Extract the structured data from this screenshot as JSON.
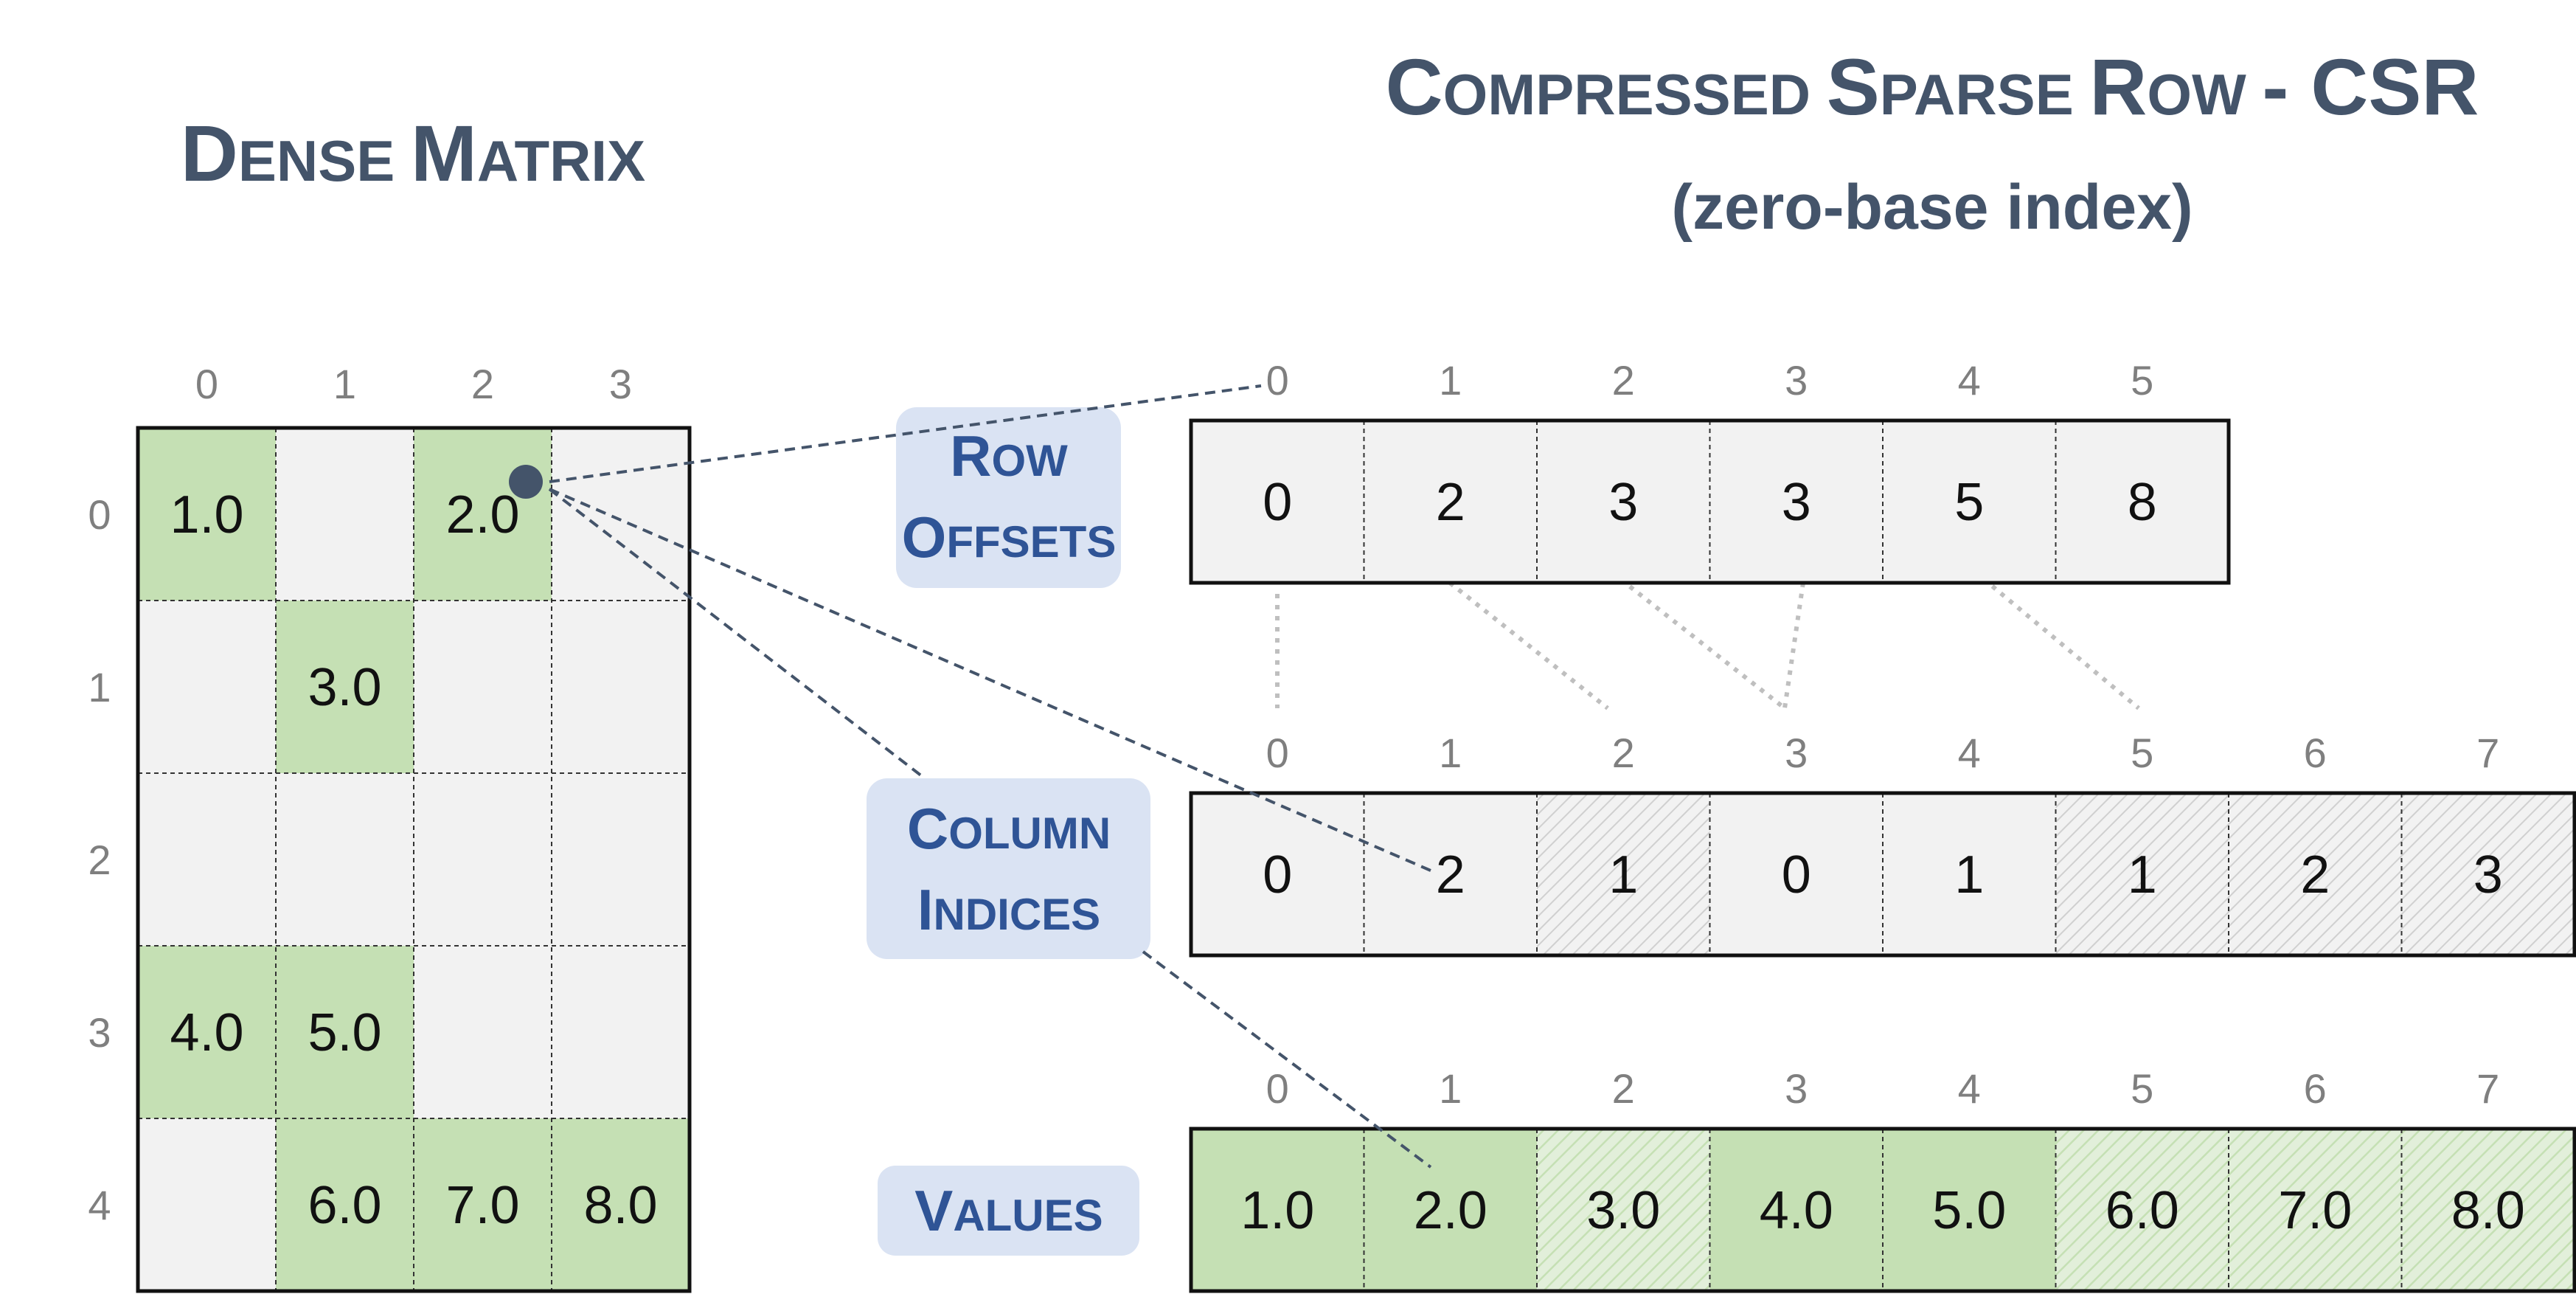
{
  "titles": {
    "dense": {
      "first": "D",
      "rest": "ENSE",
      "first2": "M",
      "rest2": "ATRIX"
    },
    "csr_line1": [
      {
        "cap": "C",
        "rest": "OMPRESSED"
      },
      {
        "cap": "S",
        "rest": "PARSE"
      },
      {
        "cap": "R",
        "rest": "OW"
      },
      {
        "cap": "- CSR",
        "rest": ""
      }
    ],
    "csr_line2": "(zero-base index)"
  },
  "labels": {
    "row_offsets": {
      "line1_cap": "R",
      "line1_rest": "OW",
      "line2_cap": "O",
      "line2_rest": "FFSETS"
    },
    "column_indices": {
      "line1_cap": "C",
      "line1_rest": "OLUMN",
      "line2_cap": "I",
      "line2_rest": "NDICES"
    },
    "values": {
      "cap": "V",
      "rest": "ALUES"
    }
  },
  "dense_matrix": {
    "col_headers": [
      "0",
      "1",
      "2",
      "3"
    ],
    "row_headers": [
      "0",
      "1",
      "2",
      "3",
      "4"
    ],
    "cells": [
      [
        "1.0",
        "",
        "2.0",
        ""
      ],
      [
        "",
        "3.0",
        "",
        ""
      ],
      [
        "",
        "",
        "",
        ""
      ],
      [
        "4.0",
        "5.0",
        "",
        ""
      ],
      [
        "",
        "6.0",
        "7.0",
        "8.0"
      ]
    ]
  },
  "csr": {
    "row_offsets": {
      "indices": [
        "0",
        "1",
        "2",
        "3",
        "4",
        "5"
      ],
      "values": [
        "0",
        "2",
        "3",
        "3",
        "5",
        "8"
      ]
    },
    "column_indices": {
      "indices": [
        "0",
        "1",
        "2",
        "3",
        "4",
        "5",
        "6",
        "7"
      ],
      "values": [
        "0",
        "2",
        "1",
        "0",
        "1",
        "1",
        "2",
        "3"
      ],
      "hatched": [
        false,
        false,
        true,
        false,
        false,
        true,
        true,
        true
      ]
    },
    "values": {
      "indices": [
        "0",
        "1",
        "2",
        "3",
        "4",
        "5",
        "6",
        "7"
      ],
      "values": [
        "1.0",
        "2.0",
        "3.0",
        "4.0",
        "5.0",
        "6.0",
        "7.0",
        "8.0"
      ],
      "hatched": [
        false,
        false,
        true,
        false,
        false,
        true,
        true,
        true
      ]
    }
  },
  "colors": {
    "title": "#44546a",
    "label_text": "#2f5496",
    "label_bg": "#dae3f3",
    "cell_empty": "#f2f2f2",
    "cell_filled": "#c5e0b4",
    "index_text": "#7f7f7f",
    "pointer": "#44546a"
  }
}
